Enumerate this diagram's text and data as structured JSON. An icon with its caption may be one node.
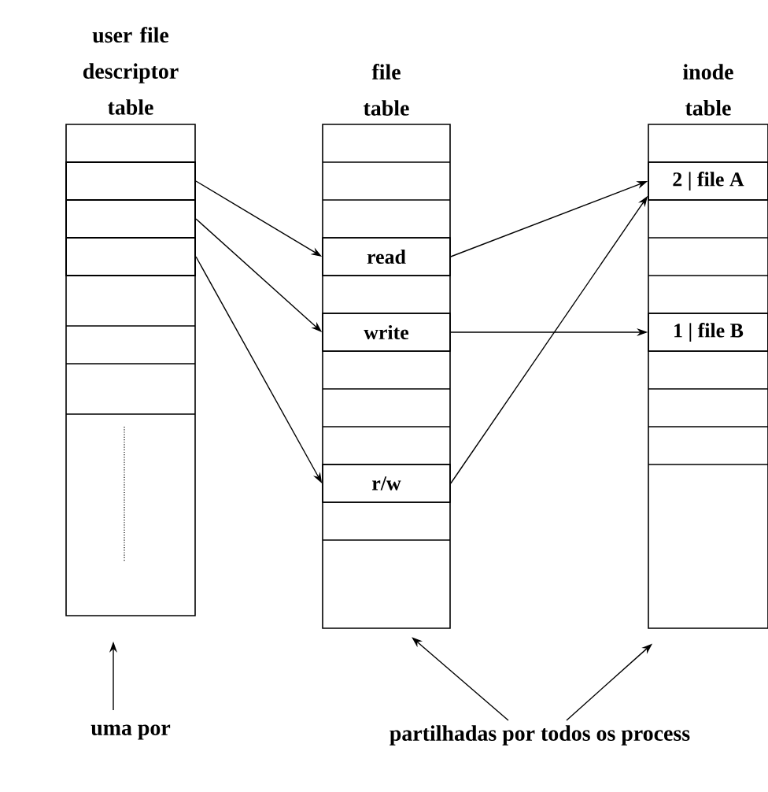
{
  "diagram": {
    "nodes": [
      {
        "text": [
          "user file descriptor table"
        ]
      },
      {
        "text": [
          "file table"
        ]
      },
      {
        "text": [
          "inode table"
        ]
      },
      {
        "text": [],
        "shape": "box",
        "in": 0
      },
      {
        "text": [],
        "shape": "box",
        "in": 0
      },
      {
        "text": [],
        "shape": "box",
        "in": 0
      },
      {
        "text": [
          "read"
        ],
        "in": 1
      },
      {
        "text": [
          "write"
        ],
        "in": 1
      },
      {
        "text": [
          "r/w"
        ],
        "in": 1
      },
      {
        "text": [
          "2 | file A"
        ],
        "in": 2
      },
      {
        "text": [
          "1 | file B"
        ],
        "in": 2
      },
      {
        "text": [
          "uma por"
        ]
      },
      {
        "text": [
          "partilhadas por todos os process"
        ]
      }
    ],
    "edges": [
      {
        "from": 3,
        "to": 6,
        "arrow": "to"
      },
      {
        "from": 4,
        "to": 7,
        "arrow": "to"
      },
      {
        "from": 5,
        "to": 8,
        "arrow": "to"
      },
      {
        "from": 6,
        "to": 9,
        "arrow": "to"
      },
      {
        "from": 8,
        "to": 9,
        "arrow": "to"
      },
      {
        "from": 7,
        "to": 10,
        "arrow": "to"
      },
      {
        "from": 11,
        "to": 0,
        "arrow": "to"
      },
      {
        "from": 12,
        "to": 1,
        "arrow": "to"
      },
      {
        "from": 12,
        "to": 2,
        "arrow": "to"
      }
    ]
  }
}
